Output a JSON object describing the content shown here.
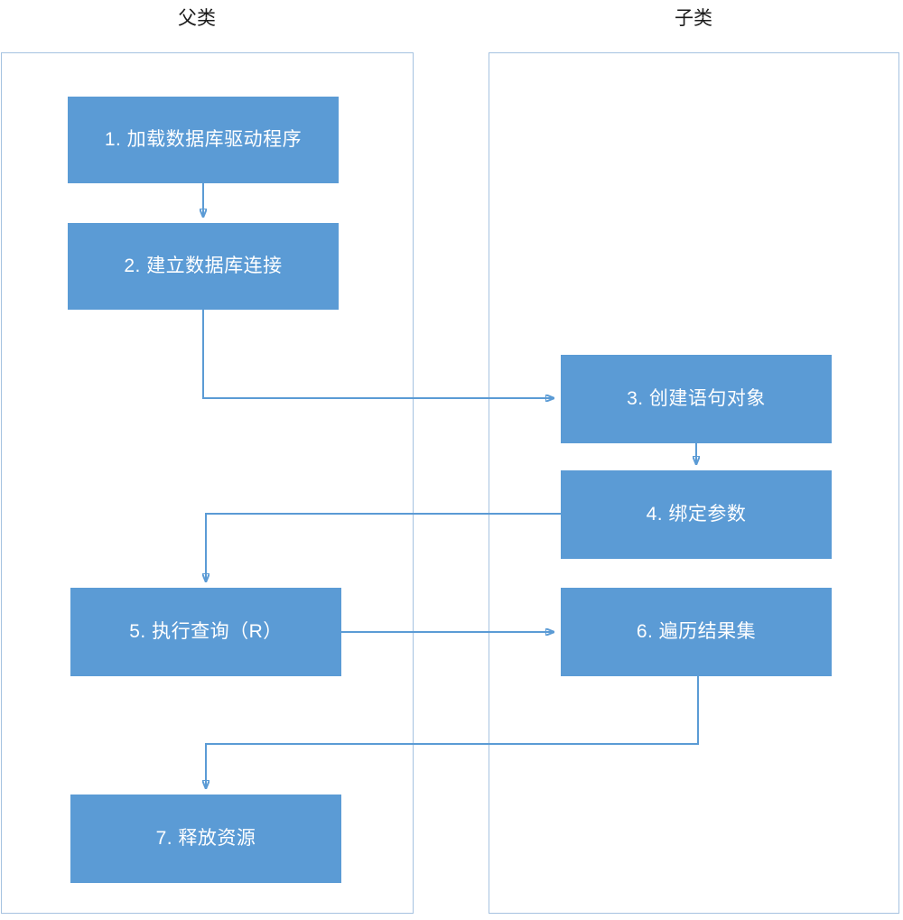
{
  "diagram": {
    "title_left": "父类",
    "title_right": "子类",
    "accent_color": "#5b9bd5",
    "lane_border_color": "#a5c2e0",
    "node_text_color": "#ffffff",
    "background_color": "#ffffff",
    "type": "swimlane-flowchart"
  },
  "lanes": [
    {
      "id": "parent",
      "label": "父类"
    },
    {
      "id": "child",
      "label": "子类"
    }
  ],
  "nodes": [
    {
      "id": "n1",
      "lane": "parent",
      "label": "1. 加载数据库驱动程序"
    },
    {
      "id": "n2",
      "lane": "parent",
      "label": "2. 建立数据库连接"
    },
    {
      "id": "n3",
      "lane": "child",
      "label": "3. 创建语句对象"
    },
    {
      "id": "n4",
      "lane": "child",
      "label": "4. 绑定参数"
    },
    {
      "id": "n5",
      "lane": "parent",
      "label": "5. 执行查询（R）"
    },
    {
      "id": "n6",
      "lane": "child",
      "label": "6. 遍历结果集"
    },
    {
      "id": "n7",
      "lane": "parent",
      "label": "7. 释放资源"
    }
  ],
  "edges": [
    {
      "from": "n1",
      "to": "n2",
      "style": "straight-down"
    },
    {
      "from": "n2",
      "to": "n3",
      "style": "down-then-right"
    },
    {
      "from": "n3",
      "to": "n4",
      "style": "straight-down"
    },
    {
      "from": "n4",
      "to": "n5",
      "style": "left-then-down"
    },
    {
      "from": "n5",
      "to": "n6",
      "style": "straight-right"
    },
    {
      "from": "n6",
      "to": "n7",
      "style": "down-left-down"
    }
  ]
}
